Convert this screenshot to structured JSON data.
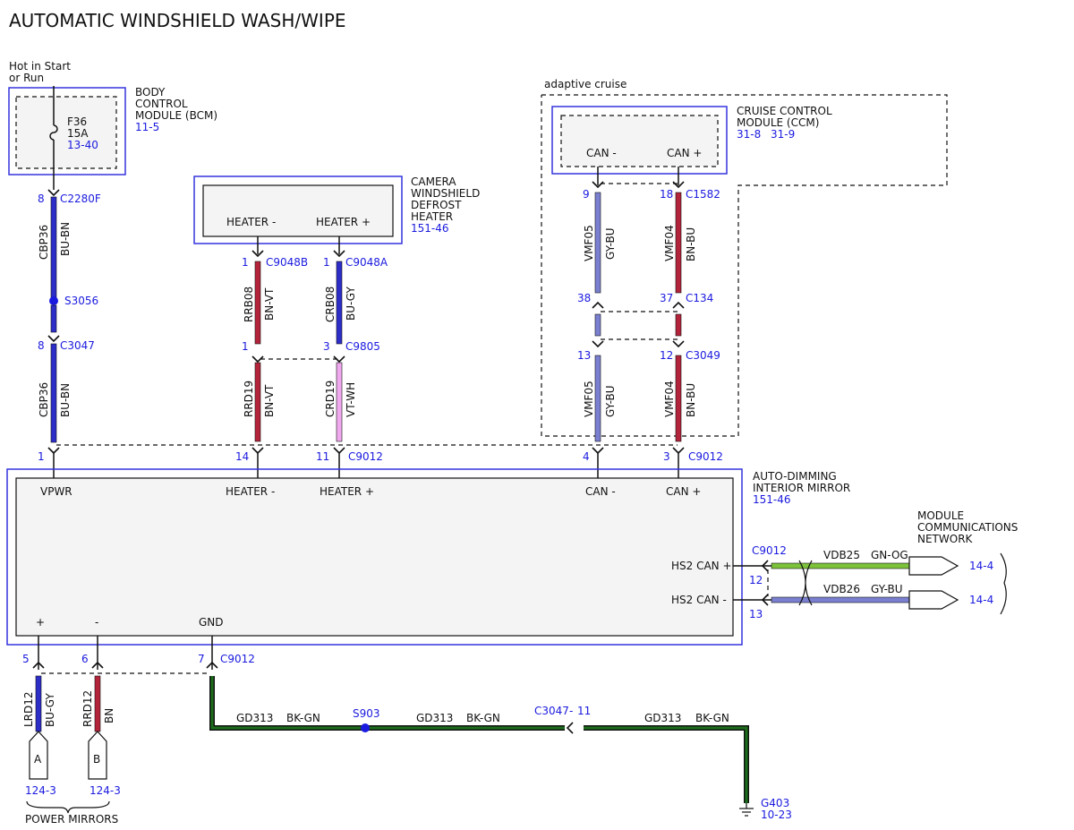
{
  "title": "AUTOMATIC WINDSHIELD WASH/WIPE",
  "power": {
    "line1": "Hot in Start",
    "line2": "or Run"
  },
  "bcm": {
    "name_lines": [
      "BODY",
      "CONTROL",
      "MODULE (BCM)"
    ],
    "ref": "11-5",
    "fuse": "F36",
    "rating": "15A",
    "fuse_ref": "13-40"
  },
  "bcm_wire": {
    "pin1": "8",
    "conn1": "C2280F",
    "circuit1": "CBP36",
    "color1": "BU-BN",
    "splice": "S3056",
    "pin2": "8",
    "conn2": "C3047",
    "circuit2": "CBP36",
    "color2": "BU-BN",
    "pin3": "1"
  },
  "camera": {
    "name_lines": [
      "CAMERA",
      "WINDSHIELD",
      "DEFROST",
      "HEATER"
    ],
    "ref": "151-46",
    "pin_minus": "HEATER -",
    "pin_plus": "HEATER +"
  },
  "heater_minus_wire": {
    "pin1": "1",
    "conn1": "C9048B",
    "circuit1": "RRB08",
    "color1": "BN-VT",
    "pin2": "1",
    "circuit2": "RRD19",
    "color2": "BN-VT",
    "pin3": "14"
  },
  "heater_plus_wire": {
    "pin1": "1",
    "conn1": "C9048A",
    "circuit1": "CRB08",
    "color1": "BU-GY",
    "pin2": "3",
    "conn2": "C9805",
    "circuit2": "CRD19",
    "color2": "VT-WH",
    "pin3": "11",
    "conn3": "C9012"
  },
  "adaptive_cruise_label": "adaptive cruise",
  "ccm": {
    "name_lines": [
      "CRUISE CONTROL",
      "MODULE (CCM)"
    ],
    "ref1": "31-8",
    "ref2": "31-9",
    "pin_minus": "CAN -",
    "pin_plus": "CAN +"
  },
  "can_minus_wire": {
    "pin1": "9",
    "circuit1": "VMF05",
    "color1": "GY-BU",
    "pin2": "38",
    "pin3": "13",
    "circuit2": "VMF05",
    "color2": "GY-BU",
    "pin4": "4"
  },
  "can_plus_wire": {
    "pin1": "18",
    "conn1": "C1582",
    "circuit1": "VMF04",
    "color1": "BN-BU",
    "pin2": "37",
    "conn2": "C134",
    "pin3": "12",
    "conn3": "C3049",
    "circuit2": "VMF04",
    "color2": "BN-BU",
    "pin4": "3",
    "conn4": "C9012"
  },
  "mirror": {
    "name_lines": [
      "AUTO-DIMMING",
      "INTERIOR MIRROR"
    ],
    "ref": "151-46",
    "pins": {
      "vpwr": "VPWR",
      "heater_minus": "HEATER -",
      "heater_plus": "HEATER +",
      "can_minus": "CAN -",
      "can_plus": "CAN +",
      "hs2_plus": "HS2 CAN +",
      "hs2_minus": "HS2 CAN -",
      "plus": "+",
      "minus": "-",
      "gnd": "GND"
    }
  },
  "network": {
    "name_lines": [
      "MODULE",
      "COMMUNICATIONS",
      "NETWORK"
    ],
    "conn": "C9012",
    "pin_plus": "12",
    "pin_minus": "13",
    "circuit_plus": "VDB25",
    "color_plus": "GN-OG",
    "circuit_minus": "VDB26",
    "color_minus": "GY-BU",
    "ref_plus": "14-4",
    "ref_minus": "14-4"
  },
  "mirror_bottom": {
    "pin_plus": "5",
    "circuit_plus": "LRD12",
    "color_plus": "BU-GY",
    "pin_minus": "6",
    "circuit_minus": "RRD12",
    "color_minus": "BN",
    "pin_gnd": "7",
    "conn_gnd": "C9012",
    "conn_a": "A",
    "conn_b": "B",
    "ref_a": "124-3",
    "ref_b": "124-3",
    "group_label": "POWER MIRRORS"
  },
  "ground": {
    "circuit1": "GD313",
    "color1": "BK-GN",
    "splice": "S903",
    "circuit2": "GD313",
    "color2": "BK-GN",
    "conn": "C3047",
    "conn_sep": "-",
    "conn_pin": "11",
    "circuit3": "GD313",
    "color3": "BK-GN",
    "ground_id": "G403",
    "ground_ref": "10-23"
  },
  "colors": {
    "blue_bn": "#2d2dc8",
    "red": "#b3243a",
    "violet_white": "#f0a8ee",
    "gray_blue": "#7a7fd0",
    "green_black": "#1c6e1c",
    "green_og": "#7cc23a",
    "label_blue": "#1a1adf",
    "module_border": "#3333dd"
  }
}
